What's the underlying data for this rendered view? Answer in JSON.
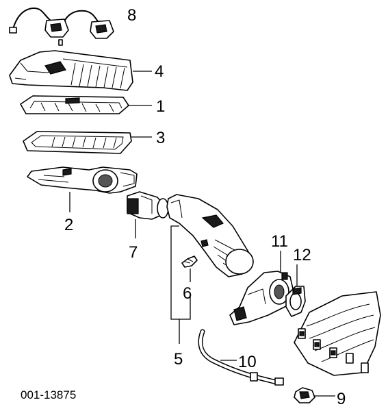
{
  "diagram_code": "001-13875",
  "callouts": {
    "c1": "1",
    "c2": "2",
    "c3": "3",
    "c4": "4",
    "c5": "5",
    "c6": "6",
    "c7": "7",
    "c8": "8",
    "c9": "9",
    "c10": "10",
    "c11": "11",
    "c12": "12"
  }
}
